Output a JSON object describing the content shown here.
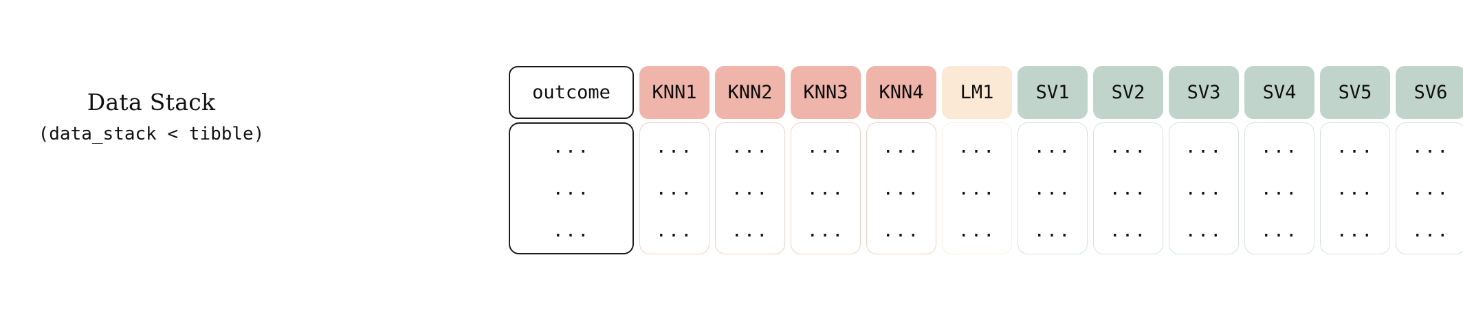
{
  "caption": {
    "title": "Data Stack",
    "subtitle": "(data_stack < tibble)"
  },
  "colors": {
    "outcome_fill": "#ffffff",
    "outcome_border": "#1a1a1a",
    "knn_fill": "#efb4aa",
    "knn_border": "#f6cfc8",
    "lm_fill": "#fbe8d5",
    "lm_border": "#fbefe2",
    "sv_fill": "#c0d4cc",
    "sv_border": "#d5e2dc",
    "text": "#0d0d0d"
  },
  "table": {
    "row_placeholder": "...",
    "row_count": 3,
    "columns": [
      {
        "label": "outcome",
        "group": "outcome",
        "fill": "#ffffff",
        "border": "#1a1a1a",
        "width": 182
      },
      {
        "label": "KNN1",
        "group": "knn",
        "fill": "#efb4aa",
        "border": "#f6cfc8",
        "width": 102
      },
      {
        "label": "KNN2",
        "group": "knn",
        "fill": "#efb4aa",
        "border": "#f6cfc8",
        "width": 102
      },
      {
        "label": "KNN3",
        "group": "knn",
        "fill": "#efb4aa",
        "border": "#f6cfc8",
        "width": 102
      },
      {
        "label": "KNN4",
        "group": "knn",
        "fill": "#efb4aa",
        "border": "#f6cfc8",
        "width": 102
      },
      {
        "label": "LM1",
        "group": "lm",
        "fill": "#fbe8d5",
        "border": "#fbefe2",
        "width": 102
      },
      {
        "label": "SV1",
        "group": "sv",
        "fill": "#c0d4cc",
        "border": "#d5e2dc",
        "width": 102
      },
      {
        "label": "SV2",
        "group": "sv",
        "fill": "#c0d4cc",
        "border": "#d5e2dc",
        "width": 102
      },
      {
        "label": "SV3",
        "group": "sv",
        "fill": "#c0d4cc",
        "border": "#d5e2dc",
        "width": 102
      },
      {
        "label": "SV4",
        "group": "sv",
        "fill": "#c0d4cc",
        "border": "#d5e2dc",
        "width": 102
      },
      {
        "label": "SV5",
        "group": "sv",
        "fill": "#c0d4cc",
        "border": "#d5e2dc",
        "width": 102
      },
      {
        "label": "SV6",
        "group": "sv",
        "fill": "#c0d4cc",
        "border": "#d5e2dc",
        "width": 102
      }
    ]
  }
}
